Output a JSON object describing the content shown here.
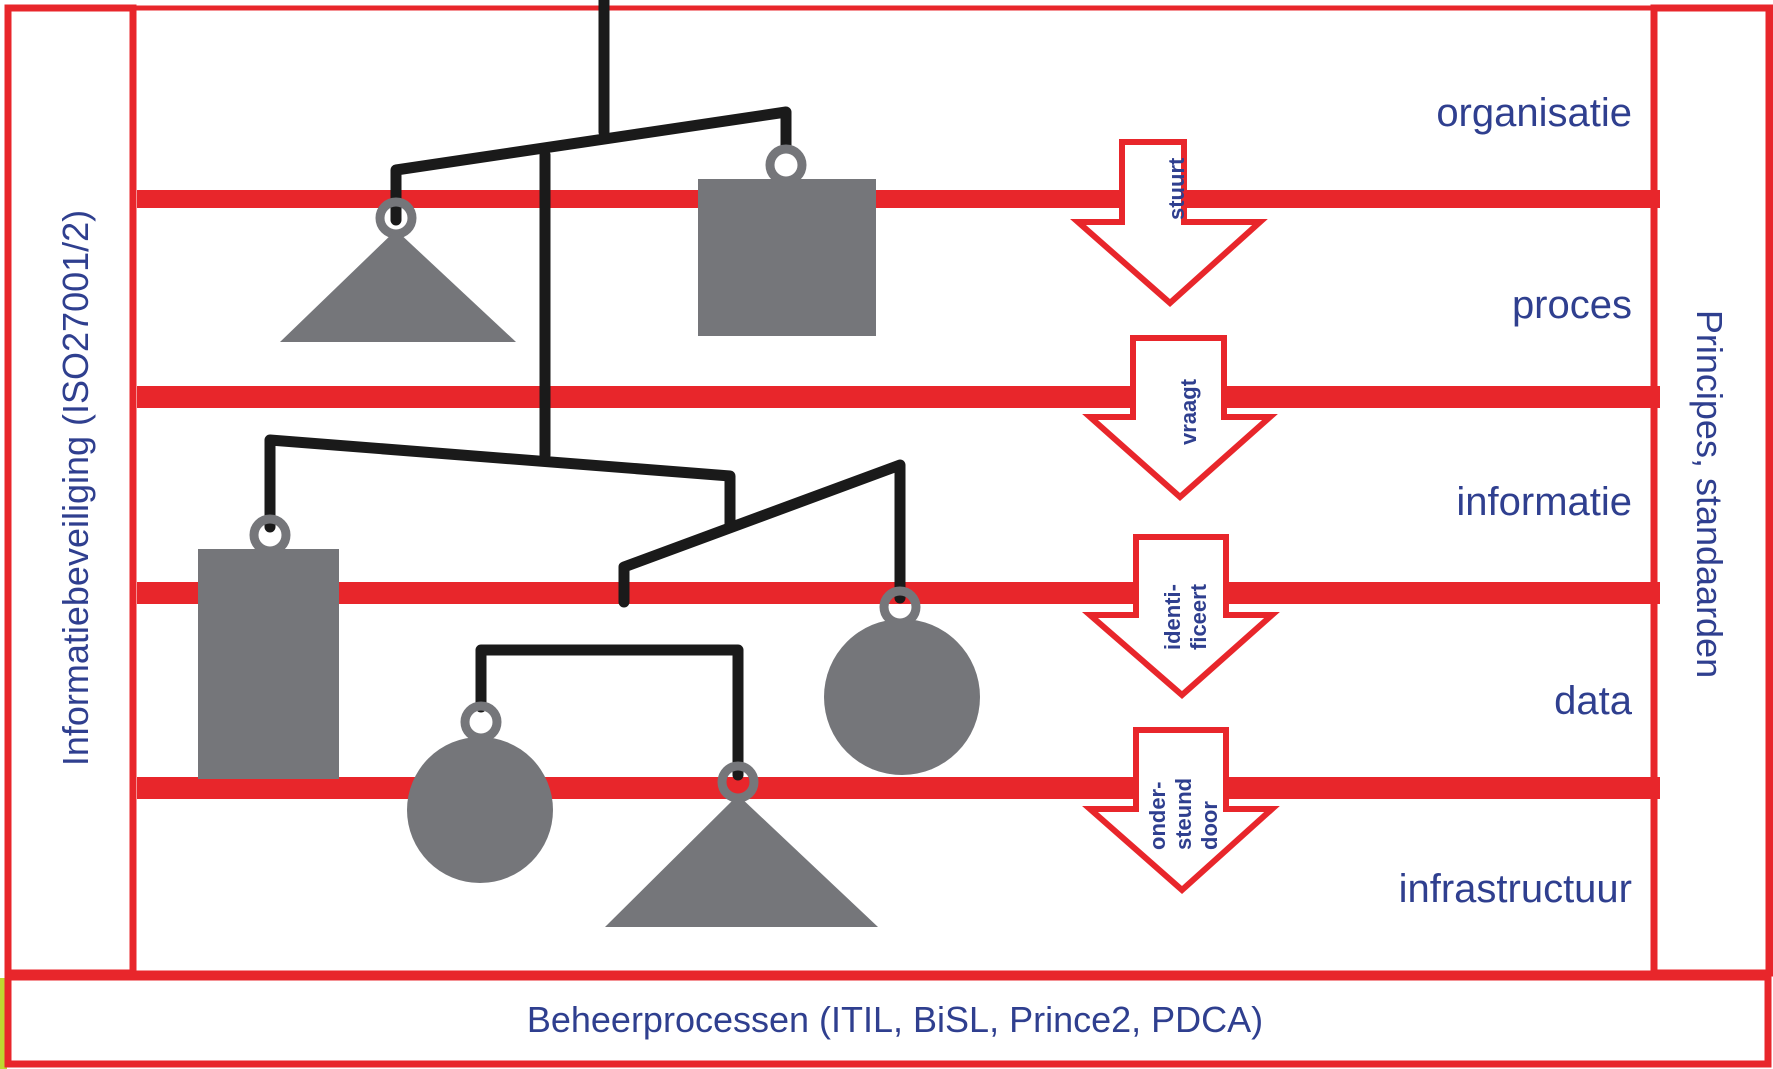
{
  "layers": [
    "organisatie",
    "proces",
    "informatie",
    "data",
    "infrastructuur"
  ],
  "arrows": [
    {
      "lines": [
        "stuurt"
      ]
    },
    {
      "lines": [
        "vraagt"
      ]
    },
    {
      "lines": [
        "identi-",
        "ficeert"
      ]
    },
    {
      "lines": [
        "onder-",
        "steund",
        "door"
      ]
    }
  ],
  "left_label": "Informatiebeveiliging (ISO27001/2)",
  "right_label": "Principes, standaarden",
  "bottom_label": "Beheerprocessen (ITIL, BiSL, Prince2, PDCA)",
  "colors": {
    "frame": "#e8262b",
    "text": "#2f3f8f",
    "shape": "#75767a",
    "wire": "#1a1a1a",
    "accent_bar": "#bfd730"
  },
  "mobile_shapes": [
    "triangle",
    "square",
    "rectangle",
    "circle",
    "circle",
    "triangle"
  ]
}
